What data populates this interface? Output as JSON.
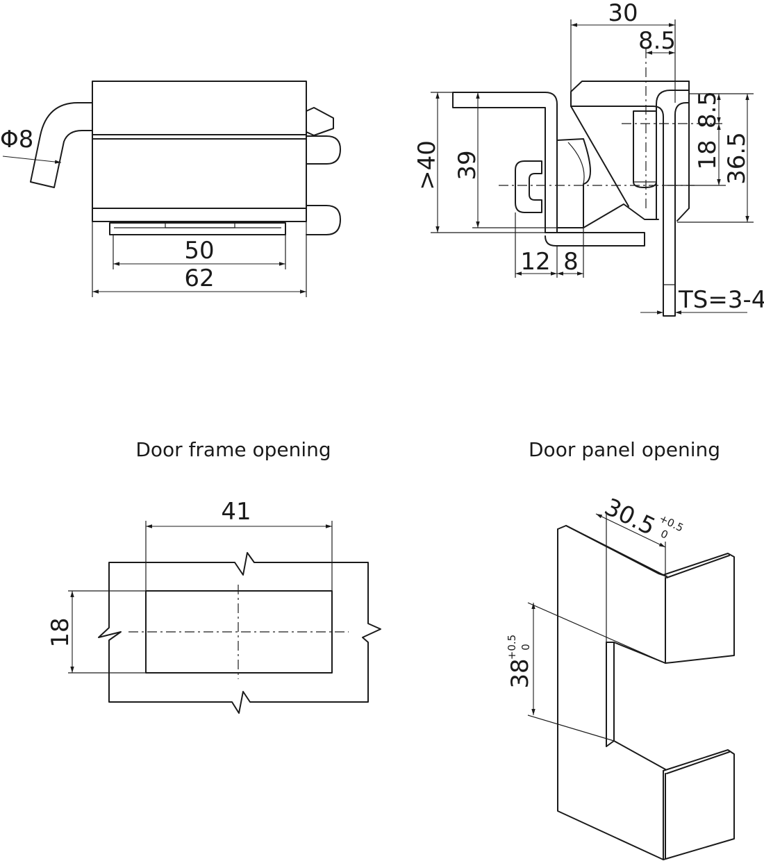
{
  "captions": {
    "frame_opening": "Door frame opening",
    "panel_opening": "Door panel opening"
  },
  "front_view": {
    "pin_diameter": "Φ8",
    "inner_width": "50",
    "outer_width": "62"
  },
  "side_view": {
    "overall_width": "30",
    "pin_offset": "8.5",
    "height_min": ">40",
    "height": "39",
    "pin_spacing_top": "8.5",
    "pin_length": "18",
    "side_height": "36.5",
    "width_a": "12",
    "width_b": "8",
    "thickness": "TS=3-4"
  },
  "frame_opening": {
    "width": "41",
    "height": "18"
  },
  "panel_opening": {
    "depth": "30.5",
    "depth_tol_upper": "+0.5",
    "depth_tol_lower": "0",
    "height": "38",
    "height_tol_upper": "+0.5",
    "height_tol_lower": "0"
  }
}
